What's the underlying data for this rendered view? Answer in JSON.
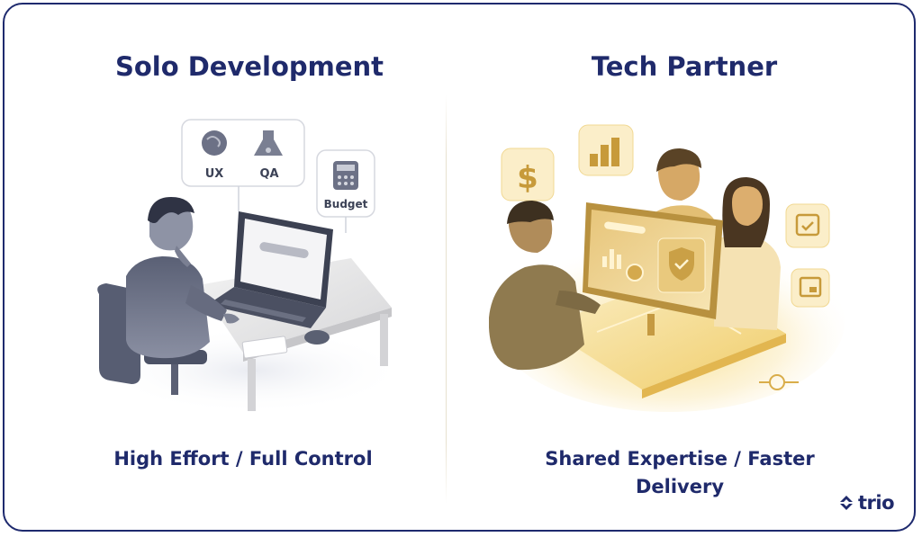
{
  "left_panel": {
    "title": "Solo Development",
    "caption": "High Effort / Full Control",
    "bubbles": {
      "ux_label": "UX",
      "qa_label": "QA",
      "budget_label": "Budget"
    }
  },
  "right_panel": {
    "title": "Tech Partner",
    "caption_line1": "Shared Expertise / Faster",
    "caption_line2": "Delivery"
  },
  "logo": {
    "text": "trio",
    "icon": "trio-logo-icon"
  },
  "colors": {
    "border": "#1e2a6e",
    "heading": "#1f2a6b",
    "solo_tone": "#5d6378",
    "partner_tone": "#e6bb45"
  }
}
